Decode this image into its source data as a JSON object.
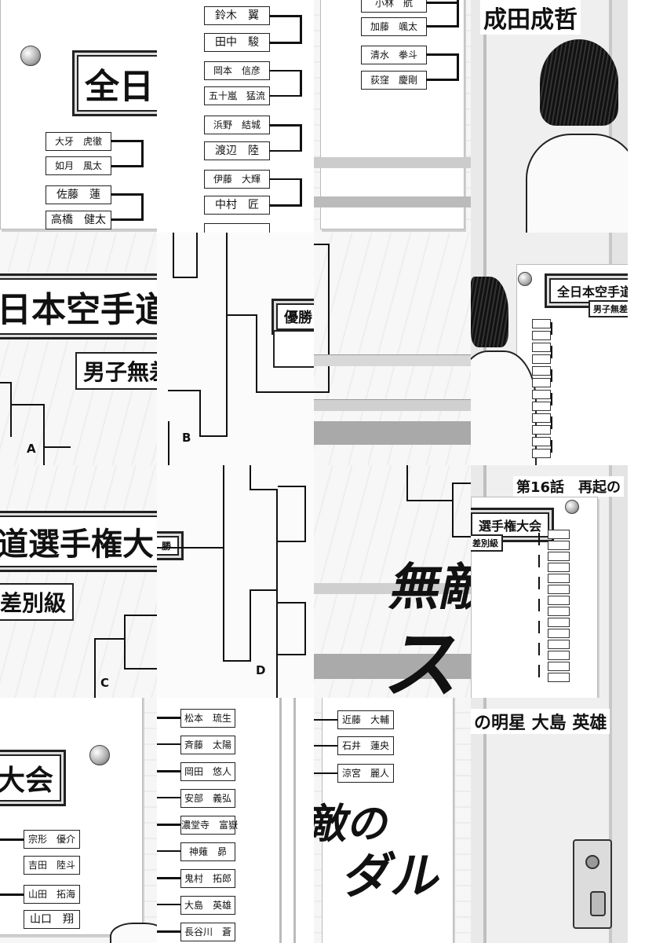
{
  "poster": {
    "title_a": "全日",
    "title_b": "日本空手道",
    "title_c": "道選手権大",
    "title_c_tail": "勝",
    "title_d": "大会",
    "subtitle_a": "男子無差",
    "subtitle_b": "差別級",
    "champion_label": "優勝",
    "mini_title": "全日本空手道",
    "mini_sub": "男子無差",
    "mini_title2": "選手権大会",
    "mini_sub2": "差別級"
  },
  "block_letters": [
    "A",
    "B",
    "C",
    "D"
  ],
  "names": {
    "col1": [
      "大牙　虎徹",
      "如月　風太",
      "佐藤　蓮",
      "高橋　健太"
    ],
    "col2": [
      "鈴木　翼",
      "田中　駿",
      "岡本　信彦",
      "五十嵐　猛流",
      "浜野　結城",
      "渡辺　陸",
      "伊藤　大輝",
      "中村　匠"
    ],
    "col3": [
      "小林　航",
      "加藤　颯太",
      "清水　拳斗",
      "荻窪　慶剛"
    ],
    "col4": [
      "宗形　優介",
      "吉田　陸斗",
      "山田　拓海",
      "山口　翔"
    ],
    "col5": [
      "松本　琉生",
      "斉藤　太陽",
      "岡田　悠人",
      "安部　義弘",
      "濃堂寺　富嶽",
      "神薙　昴",
      "鬼村　拓郎",
      "大島　英雄",
      "長谷川　蒼"
    ],
    "col6": [
      "近藤　大輔",
      "石井　蓮央",
      "涼宮　麗人"
    ]
  },
  "captions": {
    "top_name": "成田成哲",
    "chapter": "第16話　再起の",
    "bottom_name": "の明星 大島 英雄"
  },
  "logo": {
    "top": "無敵",
    "mid": "ス",
    "bottom": "敵の",
    "bottom2": "ダル"
  }
}
